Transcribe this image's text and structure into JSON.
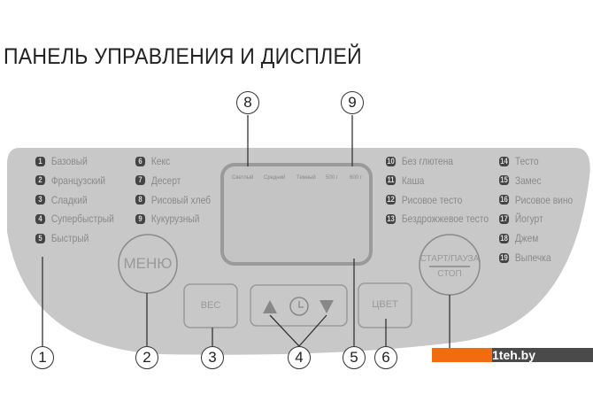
{
  "title": "ПАНЕЛЬ УПРАВЛЕНИЯ И ДИСПЛЕЙ",
  "programs": [
    {
      "n": "1",
      "label": "Базовый"
    },
    {
      "n": "2",
      "label": "Французский"
    },
    {
      "n": "3",
      "label": "Сладкий"
    },
    {
      "n": "4",
      "label": "Супербыстрый"
    },
    {
      "n": "5",
      "label": "Быстрый"
    },
    {
      "n": "6",
      "label": "Кекс"
    },
    {
      "n": "7",
      "label": "Десерт"
    },
    {
      "n": "8",
      "label": "Рисовый хлеб"
    },
    {
      "n": "9",
      "label": "Кукурузный"
    },
    {
      "n": "10",
      "label": "Без глютена"
    },
    {
      "n": "11",
      "label": "Каша"
    },
    {
      "n": "12",
      "label": "Рисовое тесто"
    },
    {
      "n": "13",
      "label": "Бездрожжевое тесто"
    },
    {
      "n": "14",
      "label": "Тесто"
    },
    {
      "n": "15",
      "label": "Замес"
    },
    {
      "n": "16",
      "label": "Рисовое вино"
    },
    {
      "n": "17",
      "label": "Йогурт"
    },
    {
      "n": "18",
      "label": "Джем"
    },
    {
      "n": "19",
      "label": "Выпечка"
    }
  ],
  "display": {
    "labels": [
      "Светлый",
      "Средний",
      "Темный",
      "500 г",
      "600 г"
    ]
  },
  "buttons": {
    "menu": "МЕНЮ",
    "start": "СТАРТ/ПАУЗА",
    "stop": "СТОП",
    "weight": "ВЕС",
    "color": "ЦВЕТ"
  },
  "callouts": [
    "1",
    "2",
    "3",
    "4",
    "5",
    "6",
    "8",
    "9"
  ],
  "watermark": "1teh.by"
}
